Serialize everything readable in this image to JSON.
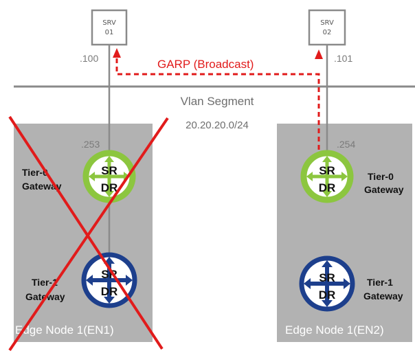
{
  "servers": [
    {
      "line1": "SRV",
      "line2": "01",
      "ip": ".100"
    },
    {
      "line1": "SRV",
      "line2": "02",
      "ip": ".101"
    }
  ],
  "garp_label": "GARP (Broadcast)",
  "segment": {
    "name": "Vlan Segment",
    "subnet": "20.20.20.0/24"
  },
  "edge_nodes": [
    {
      "name": "Edge Node 1(EN1)",
      "uplink_ip": ".253",
      "failed": true,
      "tier0": {
        "line1": "Tier-0",
        "line2": "Gateway",
        "sr": "SR",
        "dr": "DR"
      },
      "tier1": {
        "line1": "Tier-1",
        "line2": "Gateway",
        "sr": "SR",
        "dr": "DR"
      }
    },
    {
      "name": "Edge Node 1(EN2)",
      "uplink_ip": ".254",
      "failed": false,
      "tier0": {
        "line1": "Tier-0",
        "line2": "Gateway",
        "sr": "SR",
        "dr": "DR"
      },
      "tier1": {
        "line1": "Tier-1",
        "line2": "Gateway",
        "sr": "SR",
        "dr": "DR"
      }
    }
  ],
  "colors": {
    "tier0_ring": "#8cc63f",
    "tier1_ring": "#1d3f8c",
    "garp": "#e11b1b",
    "failure_x": "#e11b1b",
    "edge_box": "#b2b2b2"
  }
}
